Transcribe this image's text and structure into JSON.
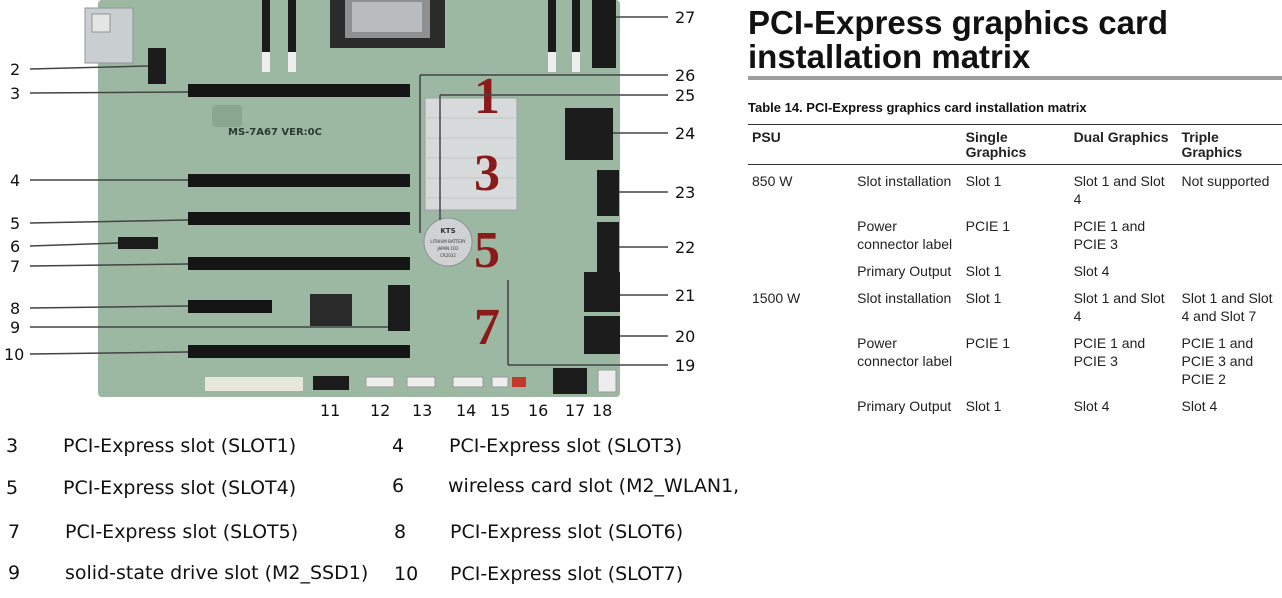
{
  "figure": {
    "callouts_left": [
      "2",
      "3",
      "4",
      "5",
      "6",
      "7",
      "8",
      "9",
      "10"
    ],
    "callouts_right": [
      "27",
      "26",
      "25",
      "24",
      "23",
      "22",
      "21",
      "20",
      "19"
    ],
    "callouts_bottom": [
      "11",
      "12",
      "13",
      "14",
      "15",
      "16",
      "17",
      "18"
    ],
    "slot_marks": [
      "1",
      "3",
      "5",
      "7"
    ],
    "board_text": {
      "model": "MS-7A67 VER:0C",
      "battery": "KTS",
      "battery_line1": "LITHIUM BATTERY",
      "battery_line2": "JAPAN CR2",
      "battery_line3": "CR2032"
    },
    "colors": {
      "board": "#9db8a2",
      "slot_mark": "#8b1a1a"
    }
  },
  "legend": [
    {
      "num": "3",
      "text": "PCI-Express slot (SLOT1)"
    },
    {
      "num": "4",
      "text": "PCI-Express slot (SLOT3)"
    },
    {
      "num": "5",
      "text": "PCI-Express slot (SLOT4)"
    },
    {
      "num": "6",
      "text": "wireless card slot (M2_WLAN1,"
    },
    {
      "num": "7",
      "text": "PCI-Express slot (SLOT5)"
    },
    {
      "num": "8",
      "text": "PCI-Express slot (SLOT6)"
    },
    {
      "num": "9",
      "text": "solid-state drive slot (M2_SSD1)"
    },
    {
      "num": "10",
      "text": "PCI-Express slot (SLOT7)"
    }
  ],
  "doc": {
    "title_line1": "PCI-Express graphics card",
    "title_line2": "installation matrix",
    "caption": "Table 14. PCI-Express graphics card installation matrix"
  },
  "table": {
    "headers": [
      "PSU",
      "",
      "Single Graphics",
      "Dual Graphics",
      "Triple Graphics"
    ],
    "rows": [
      {
        "psu": "850 W",
        "label": "Slot installation",
        "single": "Slot 1",
        "dual": "Slot 1 and Slot 4",
        "triple": "Not supported"
      },
      {
        "psu": "",
        "label": "Power connector label",
        "single": "PCIE 1",
        "dual": "PCIE 1 and PCIE 3",
        "triple": ""
      },
      {
        "psu": "",
        "label": "Primary Output",
        "single": "Slot 1",
        "dual": "Slot 4",
        "triple": ""
      },
      {
        "psu": "1500 W",
        "label": "Slot installation",
        "single": "Slot 1",
        "dual": "Slot 1 and Slot 4",
        "triple": "Slot 1 and Slot 4 and Slot 7"
      },
      {
        "psu": "",
        "label": "Power connector label",
        "single": "PCIE 1",
        "dual": "PCIE 1 and PCIE 3",
        "triple": "PCIE 1 and PCIE 3 and PCIE 2"
      },
      {
        "psu": "",
        "label": "Primary Output",
        "single": "Slot 1",
        "dual": "Slot 4",
        "triple": "Slot 4"
      }
    ]
  }
}
